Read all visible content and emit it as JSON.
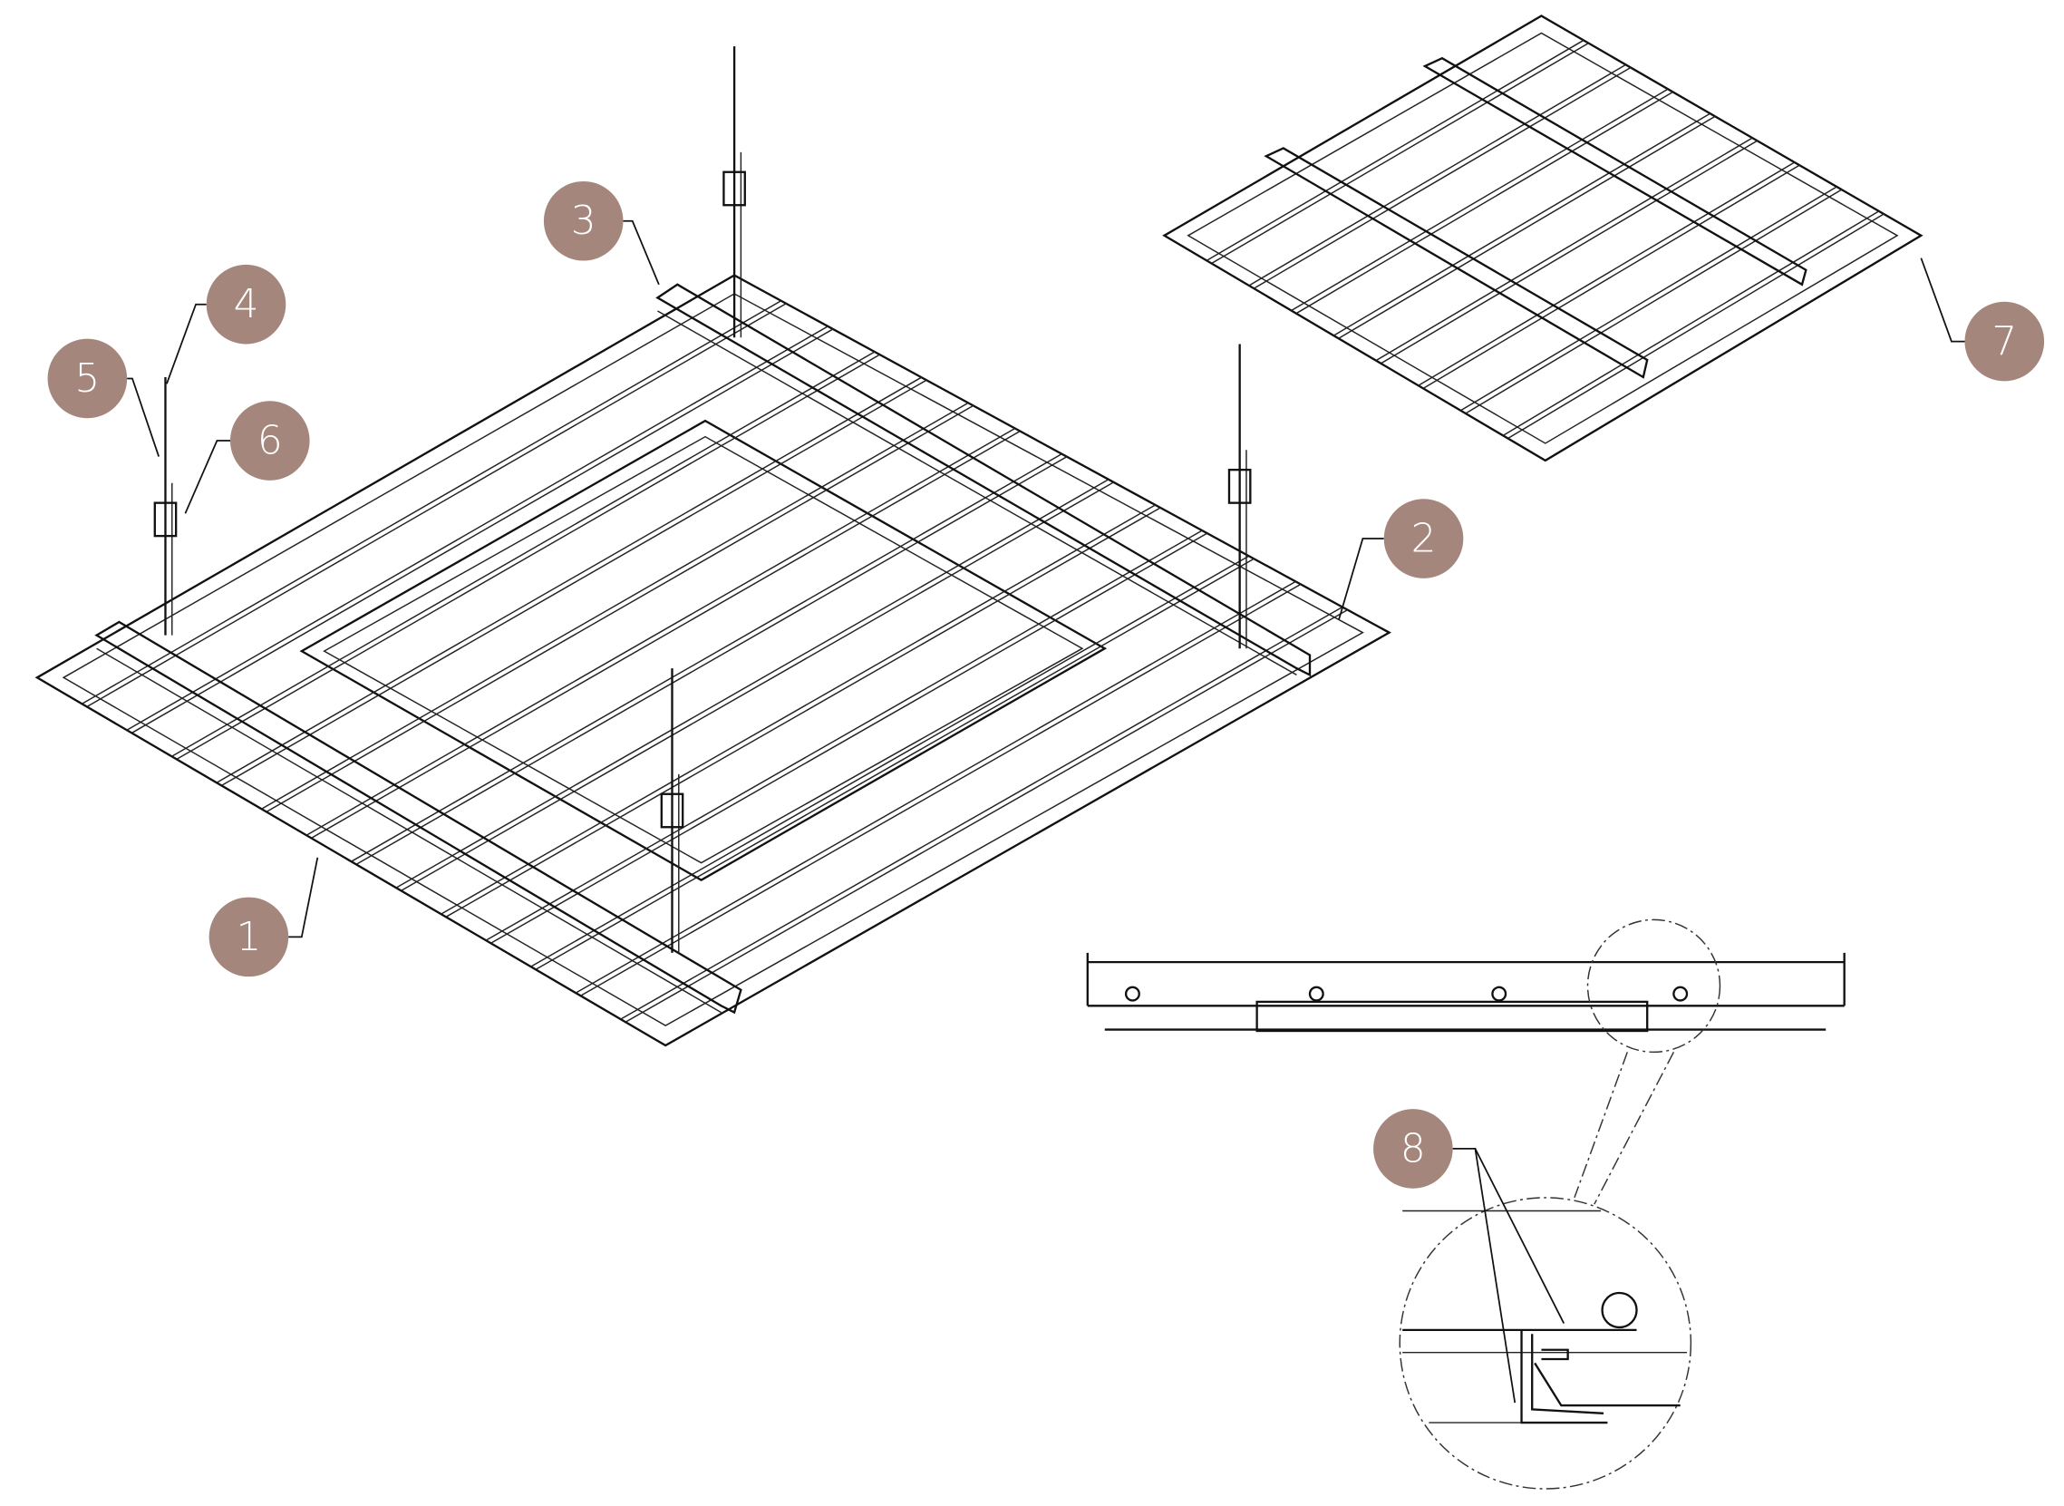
{
  "diagram": {
    "callout_color": "#a4867c",
    "callouts": [
      {
        "label": "1"
      },
      {
        "label": "2"
      },
      {
        "label": "3"
      },
      {
        "label": "4"
      },
      {
        "label": "5"
      },
      {
        "label": "6"
      },
      {
        "label": "7"
      },
      {
        "label": "8"
      }
    ]
  }
}
